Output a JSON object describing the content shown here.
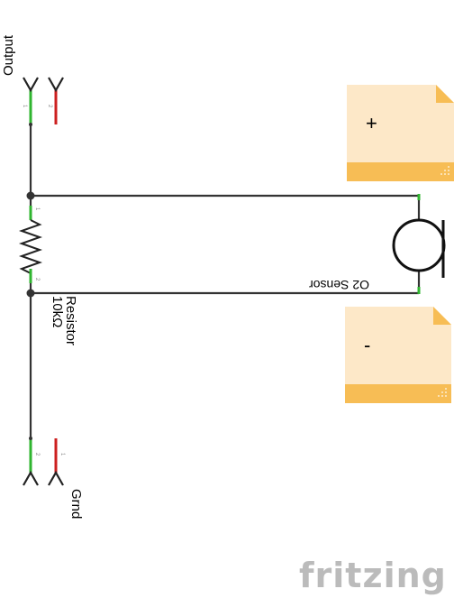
{
  "labels": {
    "output": "Output",
    "ground": "Grnd",
    "sensor": "O2 Sensor",
    "resistor_name": "Resistor",
    "resistor_value": "10kΩ"
  },
  "pins": {
    "out_1": "1",
    "out_2": "2",
    "res_1": "1",
    "res_2": "2",
    "gnd_2": "2",
    "gnd_1": "1"
  },
  "notes": {
    "plus": "+",
    "minus": "-"
  },
  "brand": "fritzing",
  "colors": {
    "wire": "#333333",
    "pin_green": "#2fb52f",
    "pin_red": "#cc1f1f",
    "note_body": "#fde8c8",
    "note_band": "#f7bd55",
    "brand": "#bbbbbb"
  }
}
